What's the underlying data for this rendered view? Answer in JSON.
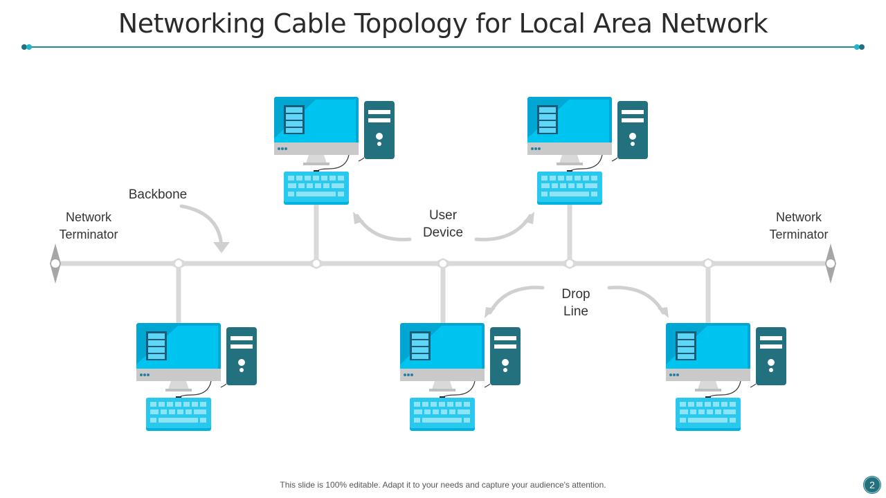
{
  "slide": {
    "title": "Networking Cable Topology for Local Area Network",
    "footer_text": "This slide is 100% editable. Adapt it to your needs and capture your audience's attention.",
    "page_number": "2"
  },
  "colors": {
    "accent_teal": "#1e8c96",
    "dark_teal": "#23707e",
    "screen_blue": "#00bde8",
    "cable_gray": "#d9d9d9",
    "terminator_gray": "#a6a6a6",
    "arrow_gray": "#d0d0d0"
  },
  "labels": {
    "backbone": "Backbone",
    "terminator_left_line1": "Network",
    "terminator_left_line2": "Terminator",
    "terminator_right_line1": "Network",
    "terminator_right_line2": "Terminator",
    "user_device_line1": "User",
    "user_device_line2": "Device",
    "drop_line_line1": "Drop",
    "drop_line_line2": "Line"
  },
  "devices": [
    {
      "id": "workstation-top-1",
      "position": "above backbone"
    },
    {
      "id": "workstation-top-2",
      "position": "above backbone"
    },
    {
      "id": "workstation-bottom-1",
      "position": "below backbone"
    },
    {
      "id": "workstation-bottom-2",
      "position": "below backbone"
    },
    {
      "id": "workstation-bottom-3",
      "position": "below backbone"
    }
  ]
}
